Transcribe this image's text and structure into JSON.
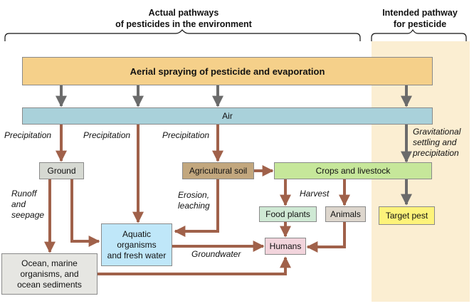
{
  "headers": {
    "actual": "Actual pathways\nof pesticides in the environment",
    "intended": "Intended pathway\nfor pesticide"
  },
  "boxes": {
    "aerial": "Aerial spraying of pesticide and evaporation",
    "air": "Air",
    "ground": "Ground",
    "agricultural_soil": "Agricultural soil",
    "crops": "Crops and livestock",
    "food_plants": "Food plants",
    "animals": "Animals",
    "target_pest": "Target pest",
    "aquatic": "Aquatic\norganisms\nand fresh water",
    "humans": "Humans",
    "ocean": "Ocean, marine\norganisms, and\nocean sediments"
  },
  "labels": {
    "precip1": "Precipitation",
    "precip2": "Precipitation",
    "precip3": "Precipitation",
    "gravitational": "Gravitational\nsettling and\nprecipitation",
    "runoff": "Runoff\nand\nseepage",
    "harvest": "Harvest",
    "erosion": "Erosion,\nleaching",
    "groundwater": "Groundwater"
  },
  "colors": {
    "aerial_fill": "#f5d08a",
    "air_fill": "#a9d1da",
    "ground_fill": "#d6d9d2",
    "soil_fill": "#c2a77e",
    "crops_fill": "#c6e79a",
    "food_fill": "#cfe9d4",
    "animals_fill": "#ddd6cd",
    "target_fill": "#fdf37a",
    "aquatic_fill": "#bfe7f9",
    "humans_fill": "#f2d4dc",
    "ocean_fill": "#e6e6e2",
    "intended_panel": "#fbeed2",
    "gray_arrow": "#6b6b6b",
    "brown_arrow": "#a0614a"
  }
}
